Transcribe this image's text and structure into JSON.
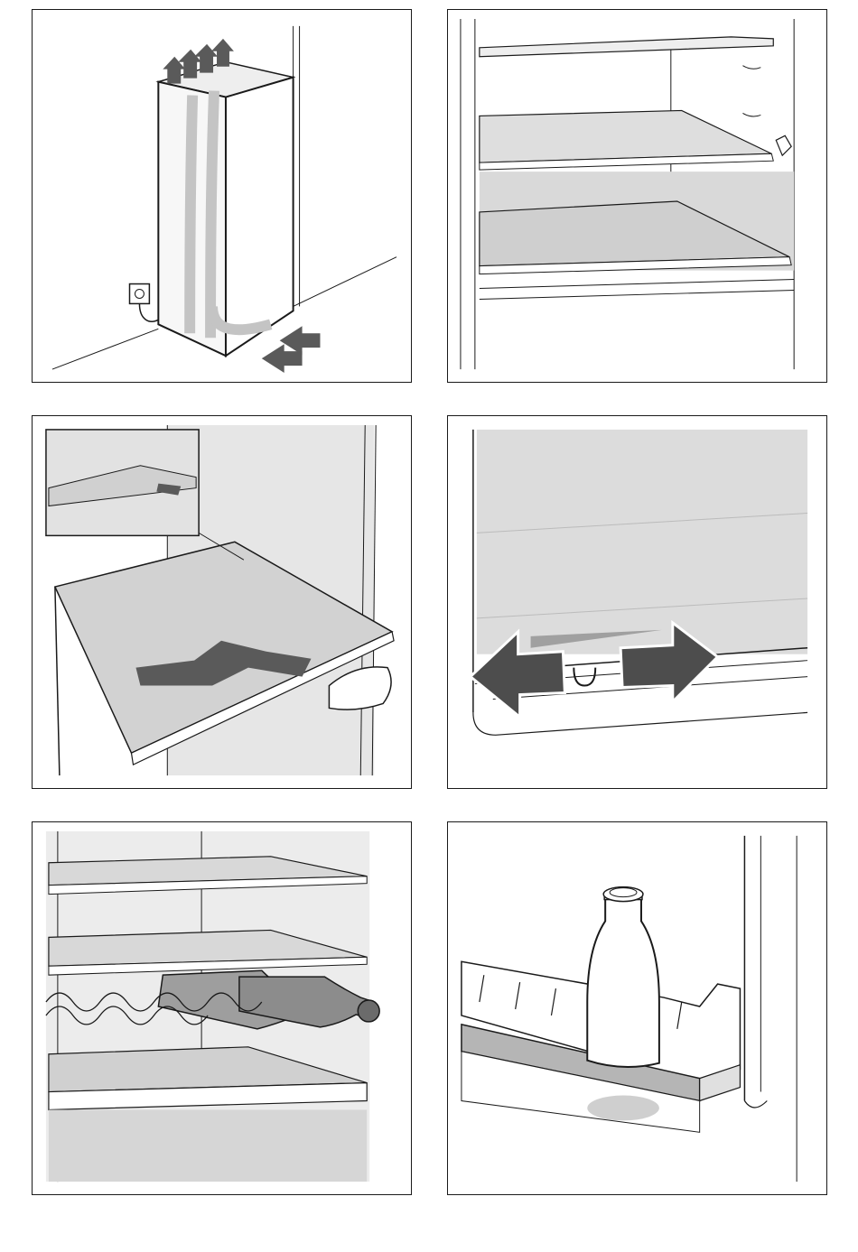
{
  "panels": [
    {
      "id": "ventilation",
      "icon": "ventilation-airflow-illustration"
    },
    {
      "id": "shelf-positions",
      "icon": "adjustable-shelves-illustration"
    },
    {
      "id": "remove-shelf",
      "icon": "shelf-removal-illustration"
    },
    {
      "id": "divider-slide",
      "icon": "sliding-divider-illustration"
    },
    {
      "id": "wine-rack",
      "icon": "wine-rack-illustration"
    },
    {
      "id": "door-shelf",
      "icon": "door-bottle-shelf-illustration"
    }
  ],
  "colors": {
    "line": "#1a1a1a",
    "shade": "#d9d9d9",
    "shade_dark": "#a8a8a8",
    "arrow": "#5a5a5a"
  }
}
